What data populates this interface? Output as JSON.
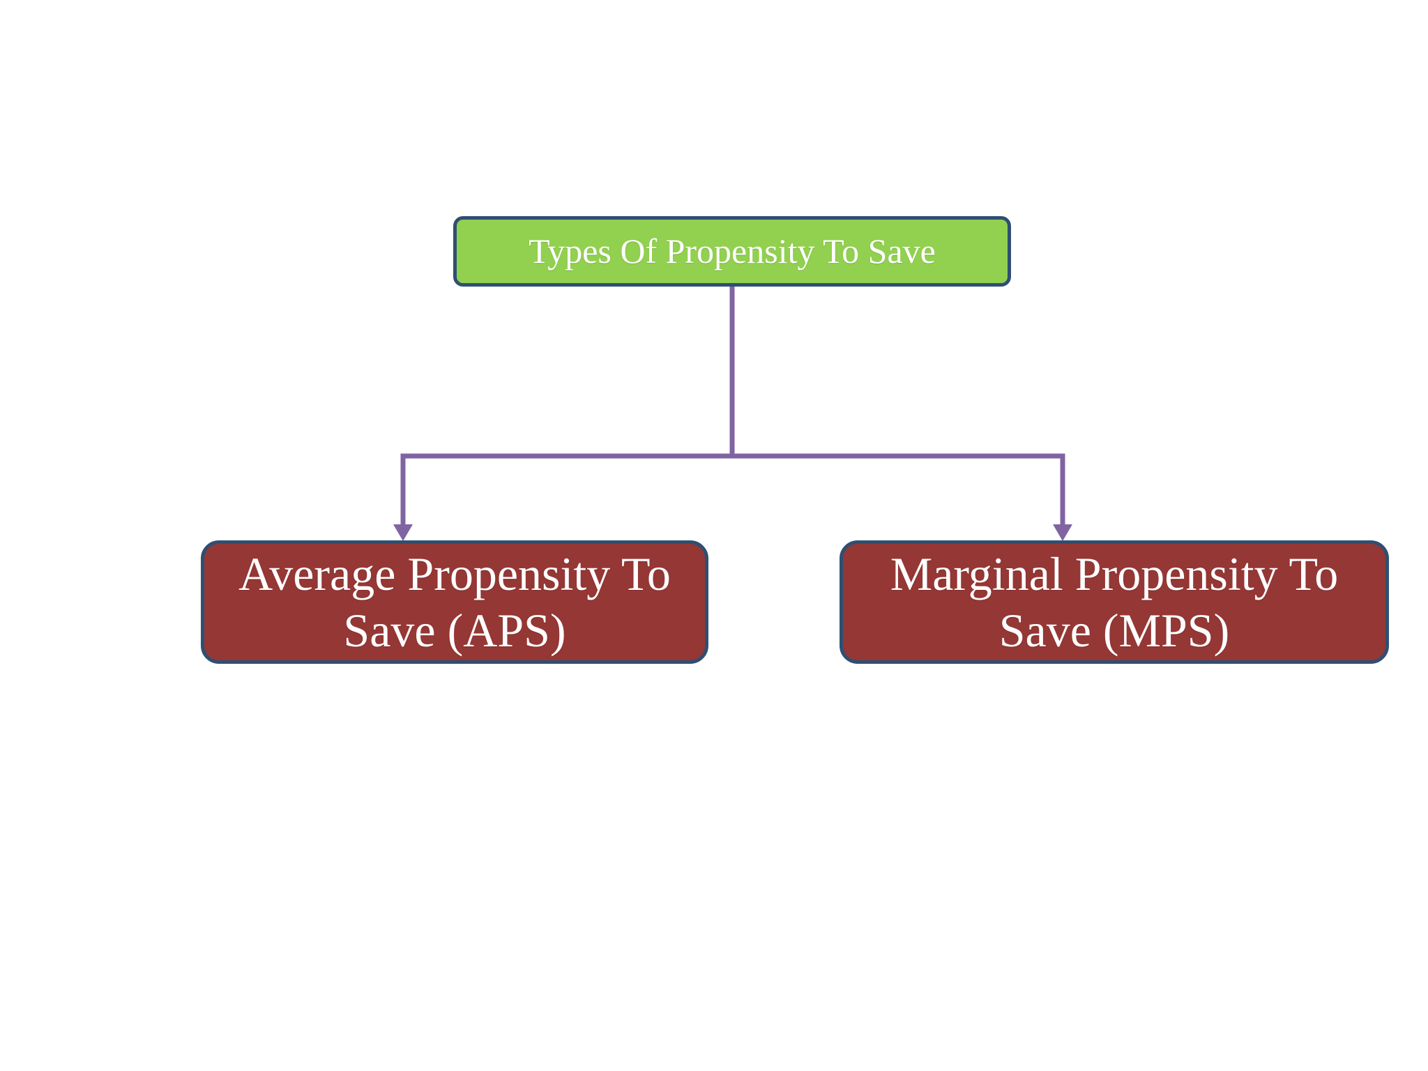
{
  "diagram": {
    "root": {
      "label": "Types Of Propensity To Save"
    },
    "children": [
      {
        "label": "Average Propensity To Save (APS)"
      },
      {
        "label": "Marginal Propensity To Save (MPS)"
      }
    ]
  },
  "colors": {
    "root_fill": "#92d050",
    "child_fill": "#953735",
    "border": "#2f4f72",
    "connector": "#8064a2",
    "text": "#ffffff"
  }
}
